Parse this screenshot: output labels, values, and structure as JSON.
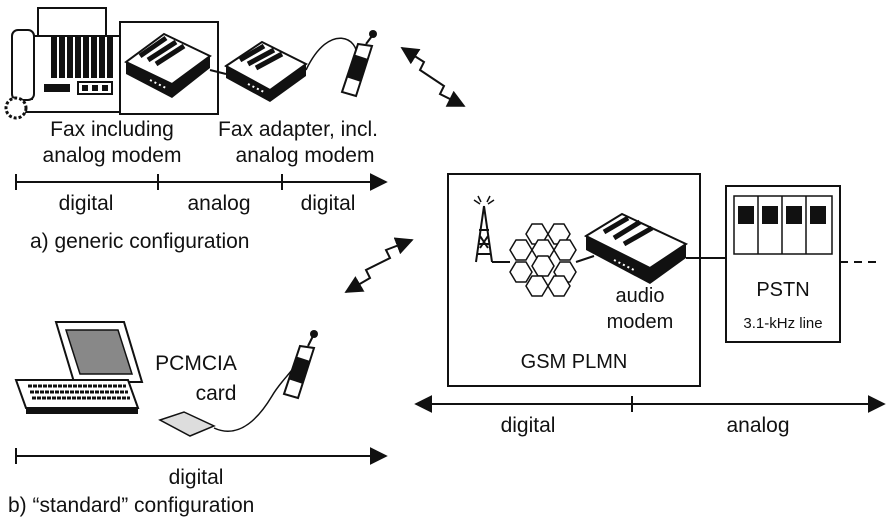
{
  "top": {
    "fax_label_line1": "Fax including",
    "fax_label_line2": "analog modem",
    "adapter_label_line1": "Fax adapter, incl.",
    "adapter_label_line2": "analog modem",
    "segments": [
      "digital",
      "analog",
      "digital"
    ],
    "caption": "a) generic configuration"
  },
  "bottom": {
    "pcmcia_line1": "PCMCIA",
    "pcmcia_line2": "card",
    "segment": "digital",
    "caption": "b) “standard” configuration"
  },
  "network": {
    "modem_line1": "audio",
    "modem_line2": "modem",
    "plmn_label": "GSM PLMN",
    "pstn_label": "PSTN",
    "pstn_sublabel": "3.1-kHz line",
    "segments": [
      "digital",
      "analog"
    ]
  },
  "icons": [
    "fax-machine-icon",
    "modem-icon",
    "mobile-phone-icon",
    "laptop-icon",
    "pcmcia-card-icon",
    "antenna-tower-icon",
    "cell-hexagons-icon",
    "pstn-exchange-icon",
    "radio-link-icon"
  ]
}
